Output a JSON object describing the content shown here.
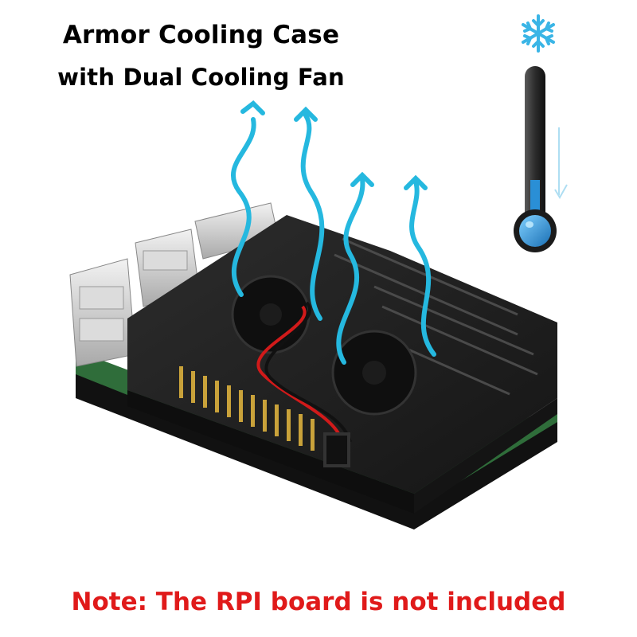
{
  "title": {
    "line1": "Armor Cooling Case",
    "line2": "with Dual Cooling Fan"
  },
  "note": "Note: The RPI board is not included",
  "colors": {
    "note_text": "#e01a1a",
    "airflow": "#25b8df",
    "thermometer_fill": "#2a8fd6",
    "case": "#222222",
    "fan_wire_red": "#d11a1a",
    "pcb_green": "#2f6d3a"
  },
  "icons": [
    "snowflake-icon",
    "thermometer-icon",
    "airflow-arrow-icon"
  ]
}
